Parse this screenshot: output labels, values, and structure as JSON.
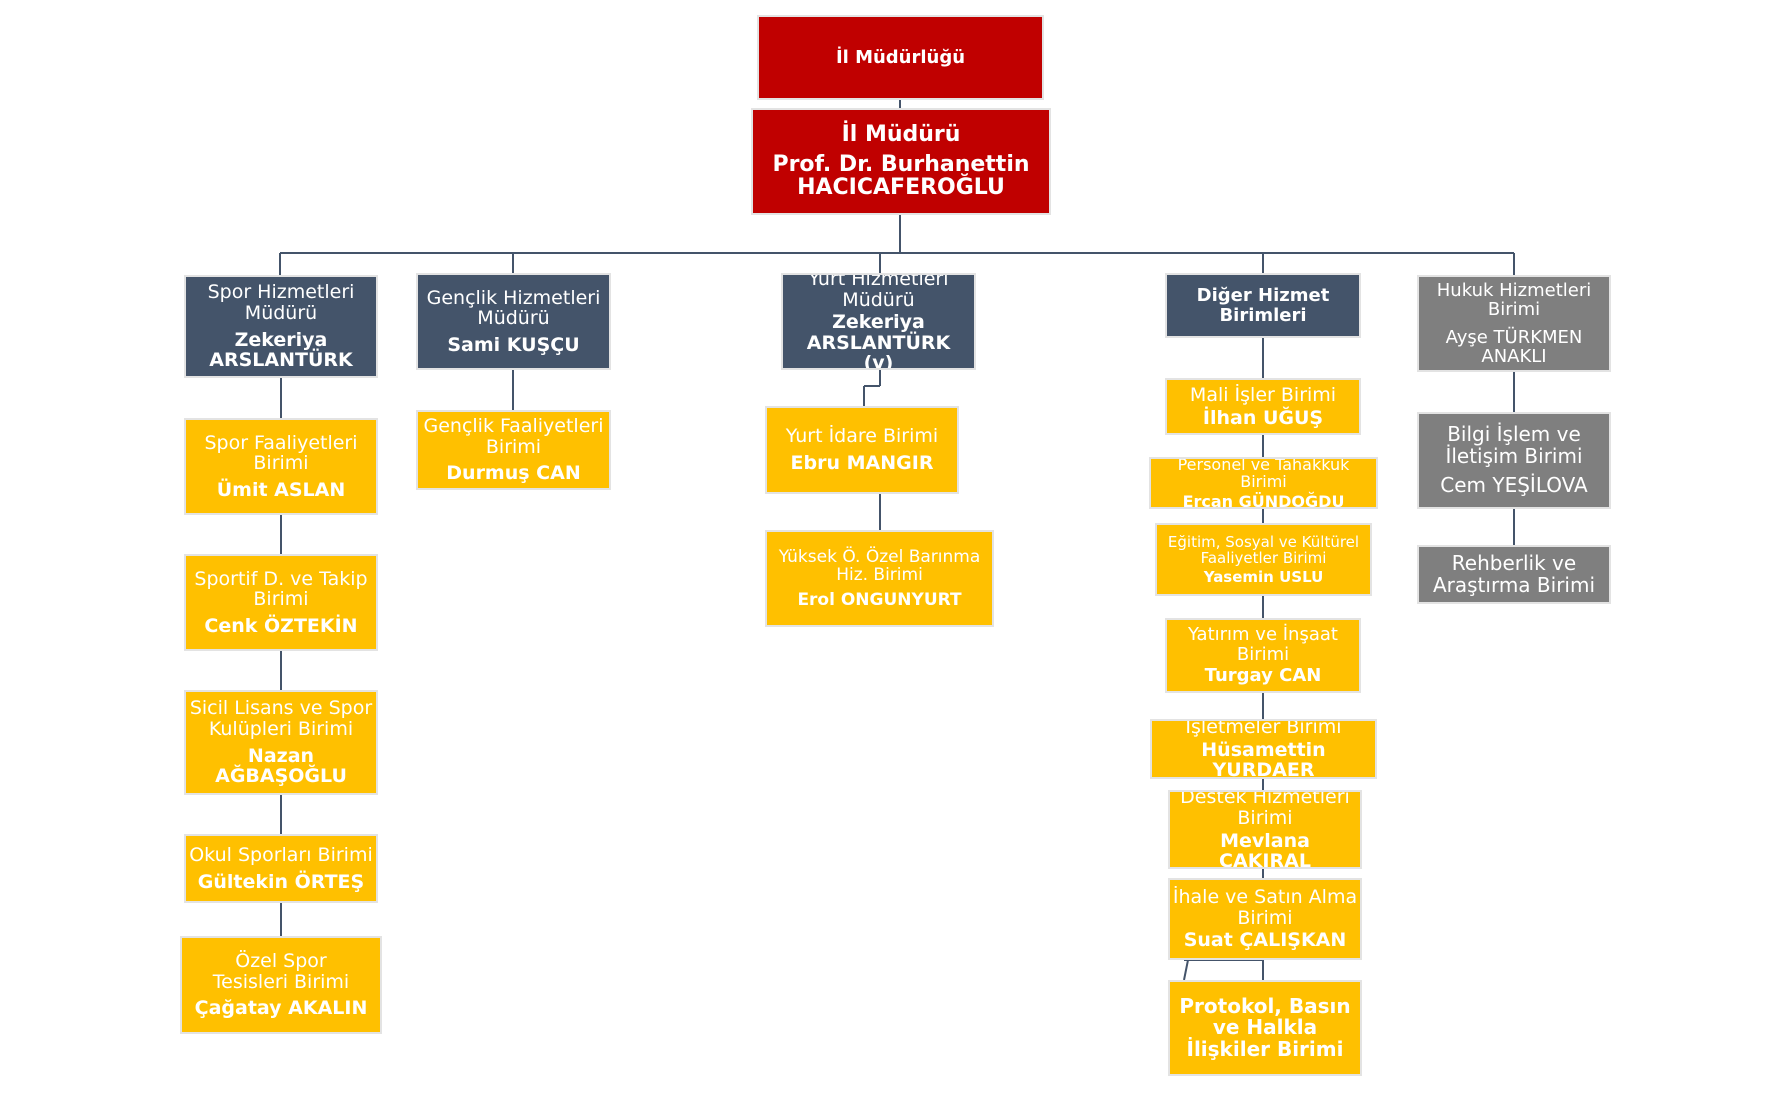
{
  "top": {
    "title": "İl Müdürlüğü"
  },
  "director": {
    "title": "İl Müdürü",
    "name": "Prof. Dr. Burhanettin HACICAFEROĞLU"
  },
  "columns": [
    {
      "head": {
        "title": "Spor Hizmetleri Müdürü",
        "name": "Zekeriya ARSLANTÜRK"
      },
      "units": [
        {
          "title": "Spor Faaliyetleri Birimi",
          "name": "Ümit ASLAN"
        },
        {
          "title": "Sportif D. ve Takip Birimi",
          "name": "Cenk ÖZTEKİN"
        },
        {
          "title": "Sicil Lisans ve Spor Kulüpleri Birimi",
          "name": "Nazan AĞBAŞOĞLU"
        },
        {
          "title": "Okul Sporları Birimi",
          "name": "Gültekin ÖRTEŞ"
        },
        {
          "title": "Özel Spor Tesisleri Birimi",
          "name": "Çağatay AKALIN"
        }
      ]
    },
    {
      "head": {
        "title": "Gençlik Hizmetleri Müdürü",
        "name": "Sami KUŞÇU"
      },
      "units": [
        {
          "title": "Gençlik Faaliyetleri Birimi",
          "name": "Durmuş CAN"
        }
      ]
    },
    {
      "head": {
        "title": "Yurt Hizmetleri Müdürü",
        "name": "Zekeriya ARSLANTÜRK (v)"
      },
      "units": [
        {
          "title": "Yurt İdare Birimi",
          "name": "Ebru MANGIR"
        },
        {
          "title": "Yüksek Ö. Özel Barınma Hiz. Birimi",
          "name": "Erol ONGUNYURT"
        }
      ]
    },
    {
      "head": {
        "title": "Diğer Hizmet Birimleri"
      },
      "units": [
        {
          "title": "Mali İşler Birimi",
          "name": "İlhan UĞUŞ"
        },
        {
          "title": "Personel ve Tahakkuk Birimi",
          "name": "Ercan GÜNDOĞDU"
        },
        {
          "title": "Eğitim, Sosyal ve Kültürel Faaliyetler Birimi",
          "name": "Yasemin USLU"
        },
        {
          "title": "Yatırım ve İnşaat Birimi",
          "name": "Turgay CAN"
        },
        {
          "title": "İşletmeler Birimi",
          "name": "Hüsamettin YURDAER"
        },
        {
          "title": "Destek Hizmetleri Birimi",
          "name": "Mevlana ÇAKIRAL"
        },
        {
          "title": "İhale ve Satın Alma Birimi",
          "name": "Suat ÇALIŞKAN"
        },
        {
          "title": "Protokol, Basın ve Halkla İlişkiler Birimi"
        }
      ]
    },
    {
      "head": {
        "title": "Hukuk Hizmetleri Birimi",
        "name": "Ayşe TÜRKMEN ANAKLI"
      },
      "units": [
        {
          "title": "Bilgi İşlem ve İletişim Birimi",
          "name": "Cem YEŞİLOVA"
        },
        {
          "title": "Rehberlik ve Araştırma Birimi"
        }
      ]
    }
  ],
  "colors": {
    "red": "#c00000",
    "navy": "#44546a",
    "gold": "#ffc000",
    "grey": "#7f7f7f",
    "line": "#44546a"
  }
}
